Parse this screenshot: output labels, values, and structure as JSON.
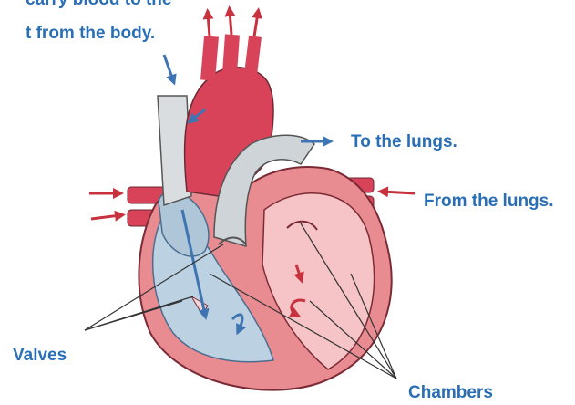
{
  "labels": {
    "veins_line1": "carry blood to the",
    "veins_line2": "t from the body.",
    "to_lungs": "To the lungs.",
    "from_lungs": "From the lungs.",
    "valves": "Valves",
    "chambers": "Chambers"
  },
  "colors": {
    "label_blue": "#2a6fb6",
    "artery_red": "#d8435a",
    "deoxygenated_blue": "#aec6d8",
    "oxygenated_pink": "#f3b9bb",
    "arrow_red": "#c8323f",
    "arrow_blue": "#3f74b3"
  }
}
